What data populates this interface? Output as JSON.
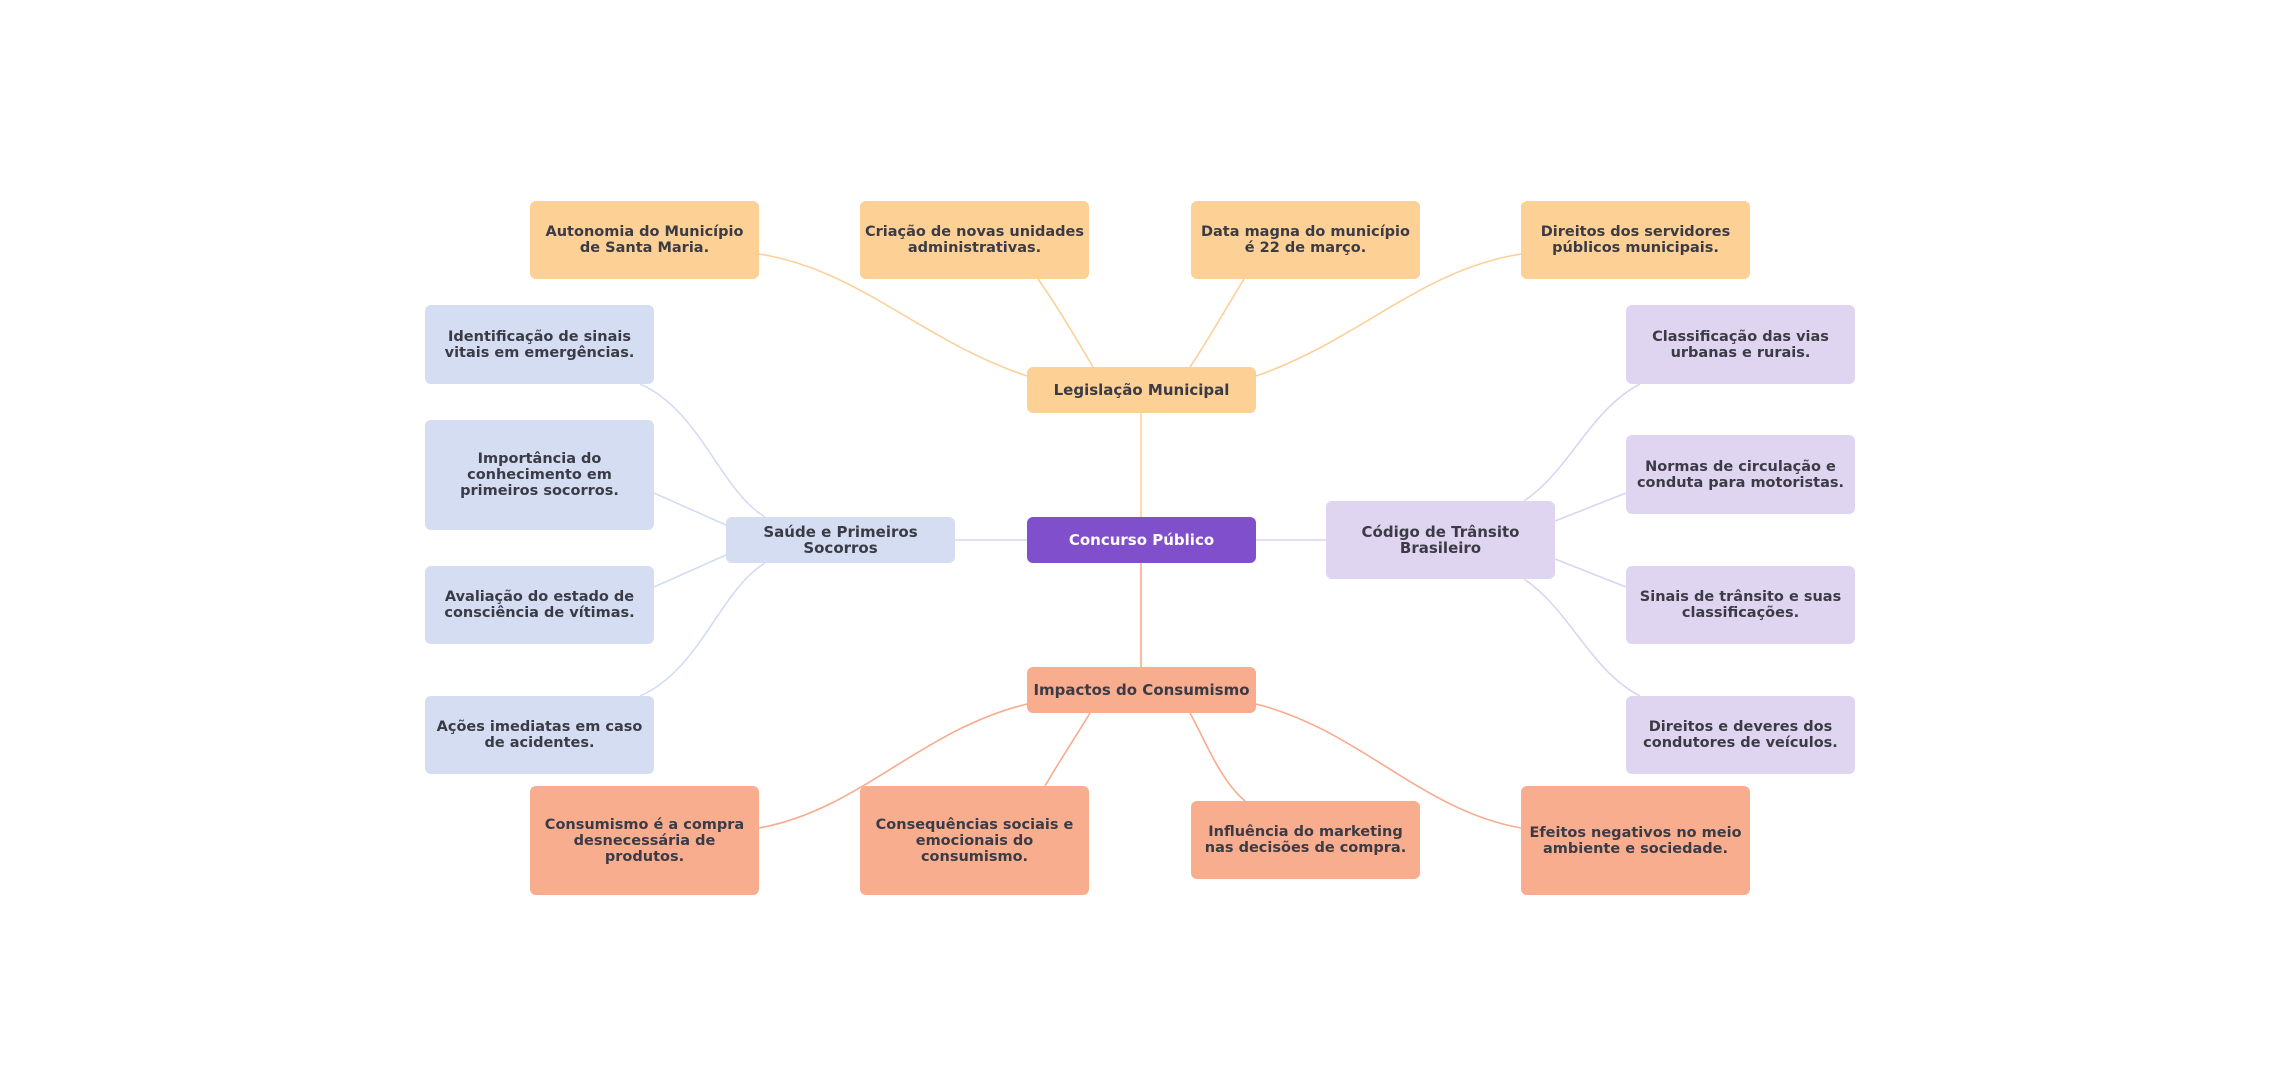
{
  "mindmap": {
    "root": {
      "label": "Concurso Público",
      "color": "#7f4fcc"
    },
    "branches": [
      {
        "id": "leg",
        "label": "Legislação Municipal",
        "color": "#fdd096",
        "edge_color": "#fdd09a",
        "children": [
          "Autonomia do Município de Santa Maria.",
          "Criação de novas unidades administrativas.",
          "Data magna do município é 22 de março.",
          "Direitos dos servidores públicos municipais."
        ]
      },
      {
        "id": "sau",
        "label": "Saúde e Primeiros Socorros",
        "color": "#d5ddf2",
        "edge_color": "#d3dcf2",
        "children": [
          "Identificação de sinais vitais em emergências.",
          "Importância do conhecimento em primeiros socorros.",
          "Avaliação do estado de consciência de vítimas.",
          "Ações imediatas em caso de acidentes."
        ]
      },
      {
        "id": "cod",
        "label": "Código de Trânsito Brasileiro",
        "color": "#dfd5f1",
        "edge_color": "#dcd3f2",
        "children": [
          "Classificação das vias urbanas e rurais.",
          "Normas de circulação e conduta para motoristas.",
          "Sinais de trânsito e suas classificações.",
          "Direitos e deveres dos condutores de veículos."
        ]
      },
      {
        "id": "imp",
        "label": "Impactos do Consumismo",
        "color": "#f9ad8f",
        "edge_color": "#f8ab8c",
        "children": [
          "Consumismo é a compra desnecessária de produtos.",
          "Consequências sociais e emocionais do consumismo.",
          "Influência do marketing nas decisões de compra.",
          "Efeitos negativos no meio ambiente e sociedade."
        ]
      }
    ]
  }
}
